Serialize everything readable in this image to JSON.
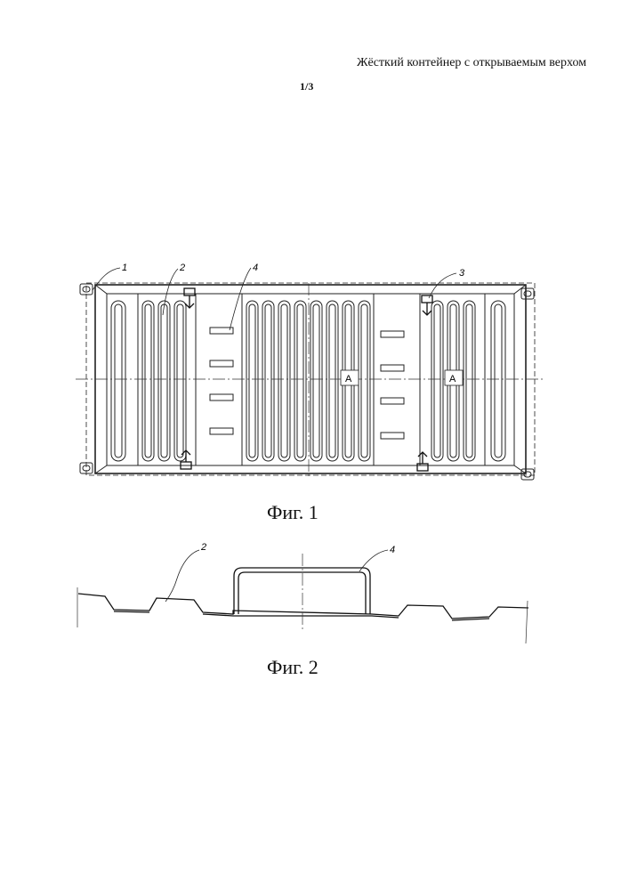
{
  "header": {
    "title": "Жёсткий контейнер с открываемым верхом",
    "sheet": "1/3"
  },
  "figure1": {
    "caption": "Фиг. 1",
    "callouts": [
      "1",
      "2",
      "4",
      "3"
    ],
    "section_labels": [
      "А",
      "А"
    ]
  },
  "figure2": {
    "caption": "Фиг. 2",
    "callouts": [
      "2",
      "4"
    ]
  }
}
